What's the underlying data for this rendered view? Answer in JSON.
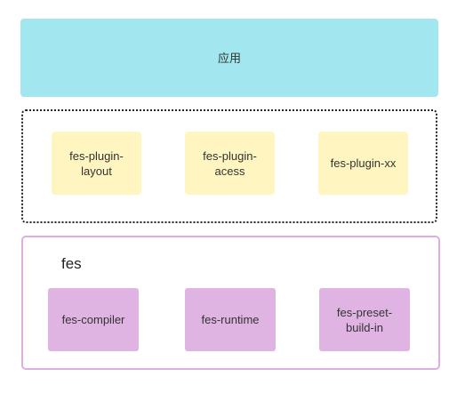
{
  "app_layer": {
    "label": "应用"
  },
  "plugin_layer": {
    "plugins": [
      {
        "label": "fes-plugin-\nlayout"
      },
      {
        "label": "fes-plugin-\nacess"
      },
      {
        "label": "fes-plugin-xx"
      }
    ]
  },
  "core_layer": {
    "title": "fes",
    "modules": [
      {
        "label": "fes-compiler"
      },
      {
        "label": "fes-runtime"
      },
      {
        "label": "fes-preset-\nbuild-in"
      }
    ]
  },
  "colors": {
    "app_fill": "#a2e7ef",
    "plugin_fill": "#fff5c0",
    "core_fill": "#dfb4e2",
    "core_border": "#dfaee0",
    "plugin_border": "#222222"
  }
}
